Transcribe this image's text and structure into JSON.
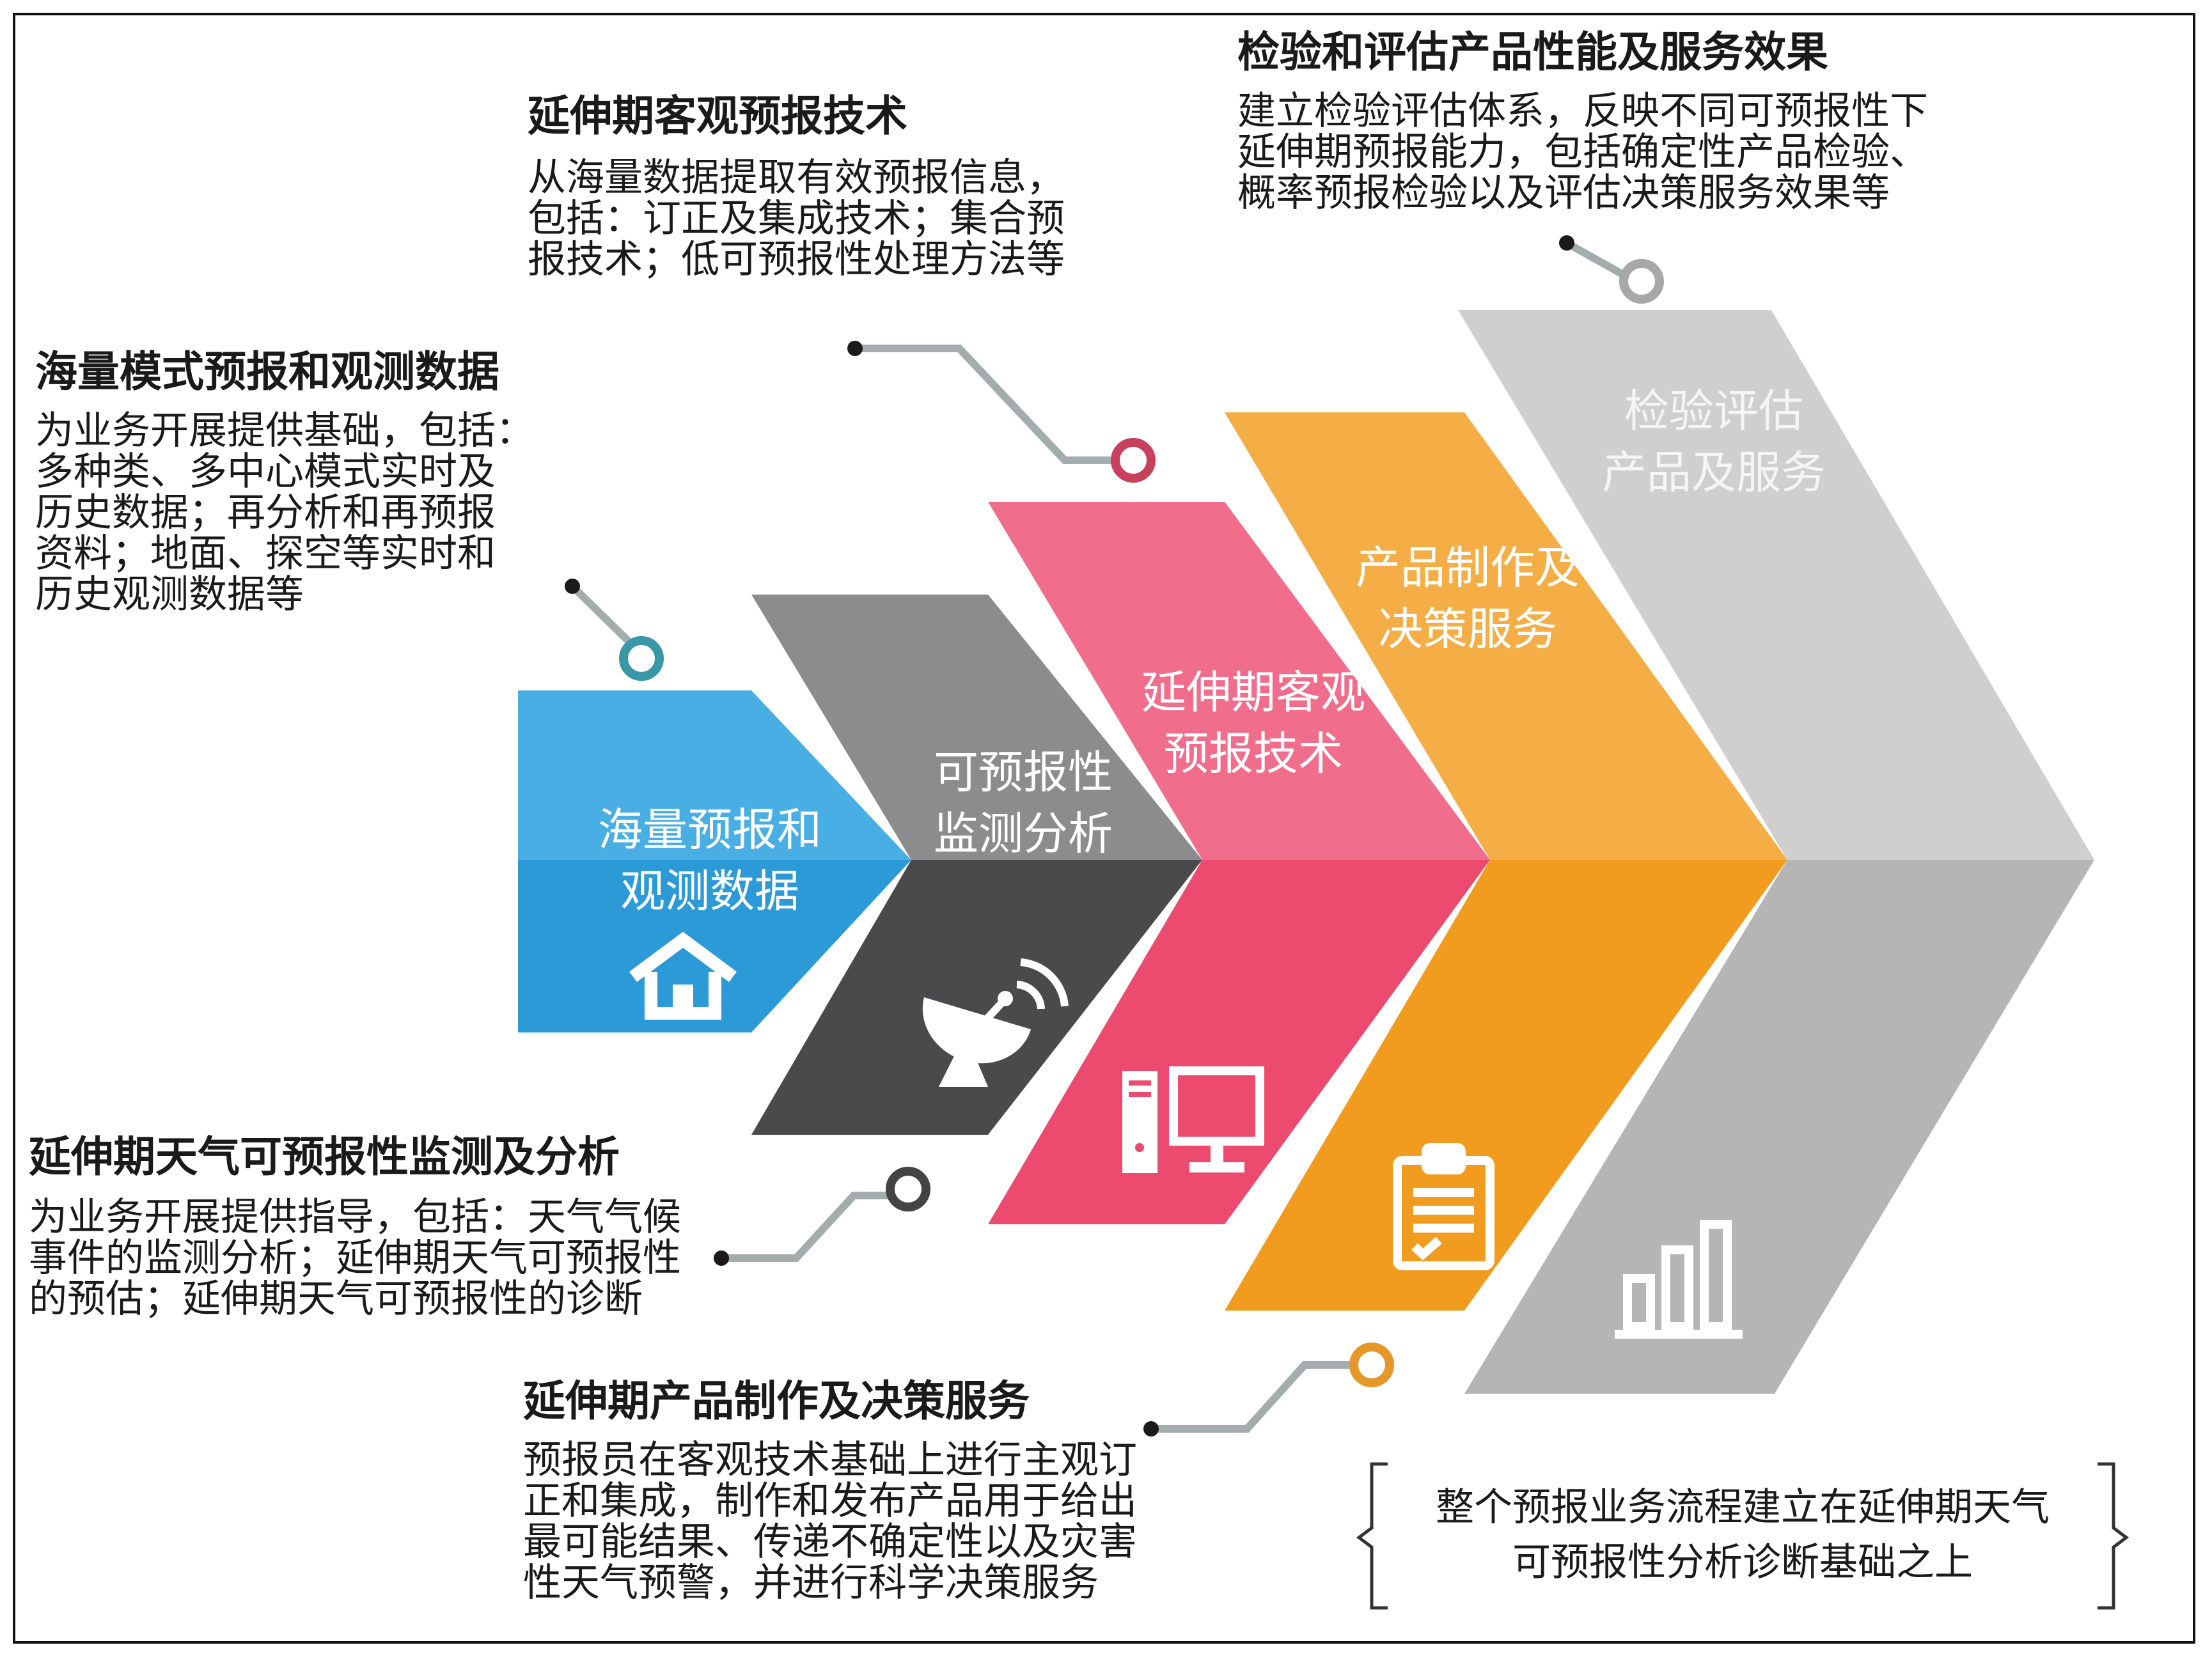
{
  "colors": {
    "stage1_top": "#48aee3",
    "stage1_bottom": "#2b9ad6",
    "stage2_top": "#8c8c8e",
    "stage2_bottom": "#4a4a4c",
    "stage3_top": "#f06d8c",
    "stage3_bottom": "#ec4a6f",
    "stage4_top": "#f5ad45",
    "stage4_bottom": "#f29c1f",
    "stage5_top": "#cfcfcf",
    "stage5_bottom": "#b5b5b5",
    "connector": "#a3adad",
    "text": "#1a1a1a"
  },
  "stages": [
    {
      "lines": [
        "海量预报和",
        "观测数据"
      ],
      "icon": "house-icon"
    },
    {
      "lines": [
        "可预报性",
        "监测分析"
      ],
      "icon": "satellite-dish-icon"
    },
    {
      "lines": [
        "延伸期客观",
        "预报技术"
      ],
      "icon": "computer-icon"
    },
    {
      "lines": [
        "产品制作及",
        "决策服务"
      ],
      "icon": "clipboard-icon"
    },
    {
      "lines": [
        "检验评估",
        "产品及服务"
      ],
      "icon": "bar-chart-icon"
    }
  ],
  "callouts": {
    "data": {
      "title": "海量模式预报和观测数据",
      "lines": [
        "为业务开展提供基础，包括：",
        "多种类、多中心模式实时及",
        "历史数据；再分析和再预报",
        "资料；地面、探空等实时和",
        "历史观测数据等"
      ],
      "ring_color": "#3a97a8"
    },
    "objective": {
      "title": "延伸期客观预报技术",
      "lines": [
        "从海量数据提取有效预报信息，",
        "包括：订正及集成技术；集合预",
        "报技术；低可预报性处理方法等"
      ],
      "ring_color": "#c8415c"
    },
    "verification": {
      "title": "检验和评估产品性能及服务效果",
      "lines": [
        "建立检验评估体系，反映不同可预报性下",
        "延伸期预报能力，包括确定性产品检验、",
        "概率预报检验以及评估决策服务效果等"
      ],
      "ring_color": "#a8a8a8"
    },
    "monitoring": {
      "title": "延伸期天气可预报性监测及分析",
      "lines": [
        "为业务开展提供指导，包括：天气气候",
        "事件的监测分析；延伸期天气可预报性",
        "的预估；延伸期天气可预报性的诊断"
      ],
      "ring_color": "#444444"
    },
    "products": {
      "title": "延伸期产品制作及决策服务",
      "lines": [
        "预报员在客观技术基础上进行主观订",
        "正和集成，制作和发布产品用于给出",
        "最可能结果、传递不确定性以及灾害",
        "性天气预警，并进行科学决策服务"
      ],
      "ring_color": "#e5972a"
    }
  },
  "summary": {
    "lines": [
      "整个预报业务流程建立在延伸期天气",
      "可预报性分析诊断基础之上"
    ]
  }
}
